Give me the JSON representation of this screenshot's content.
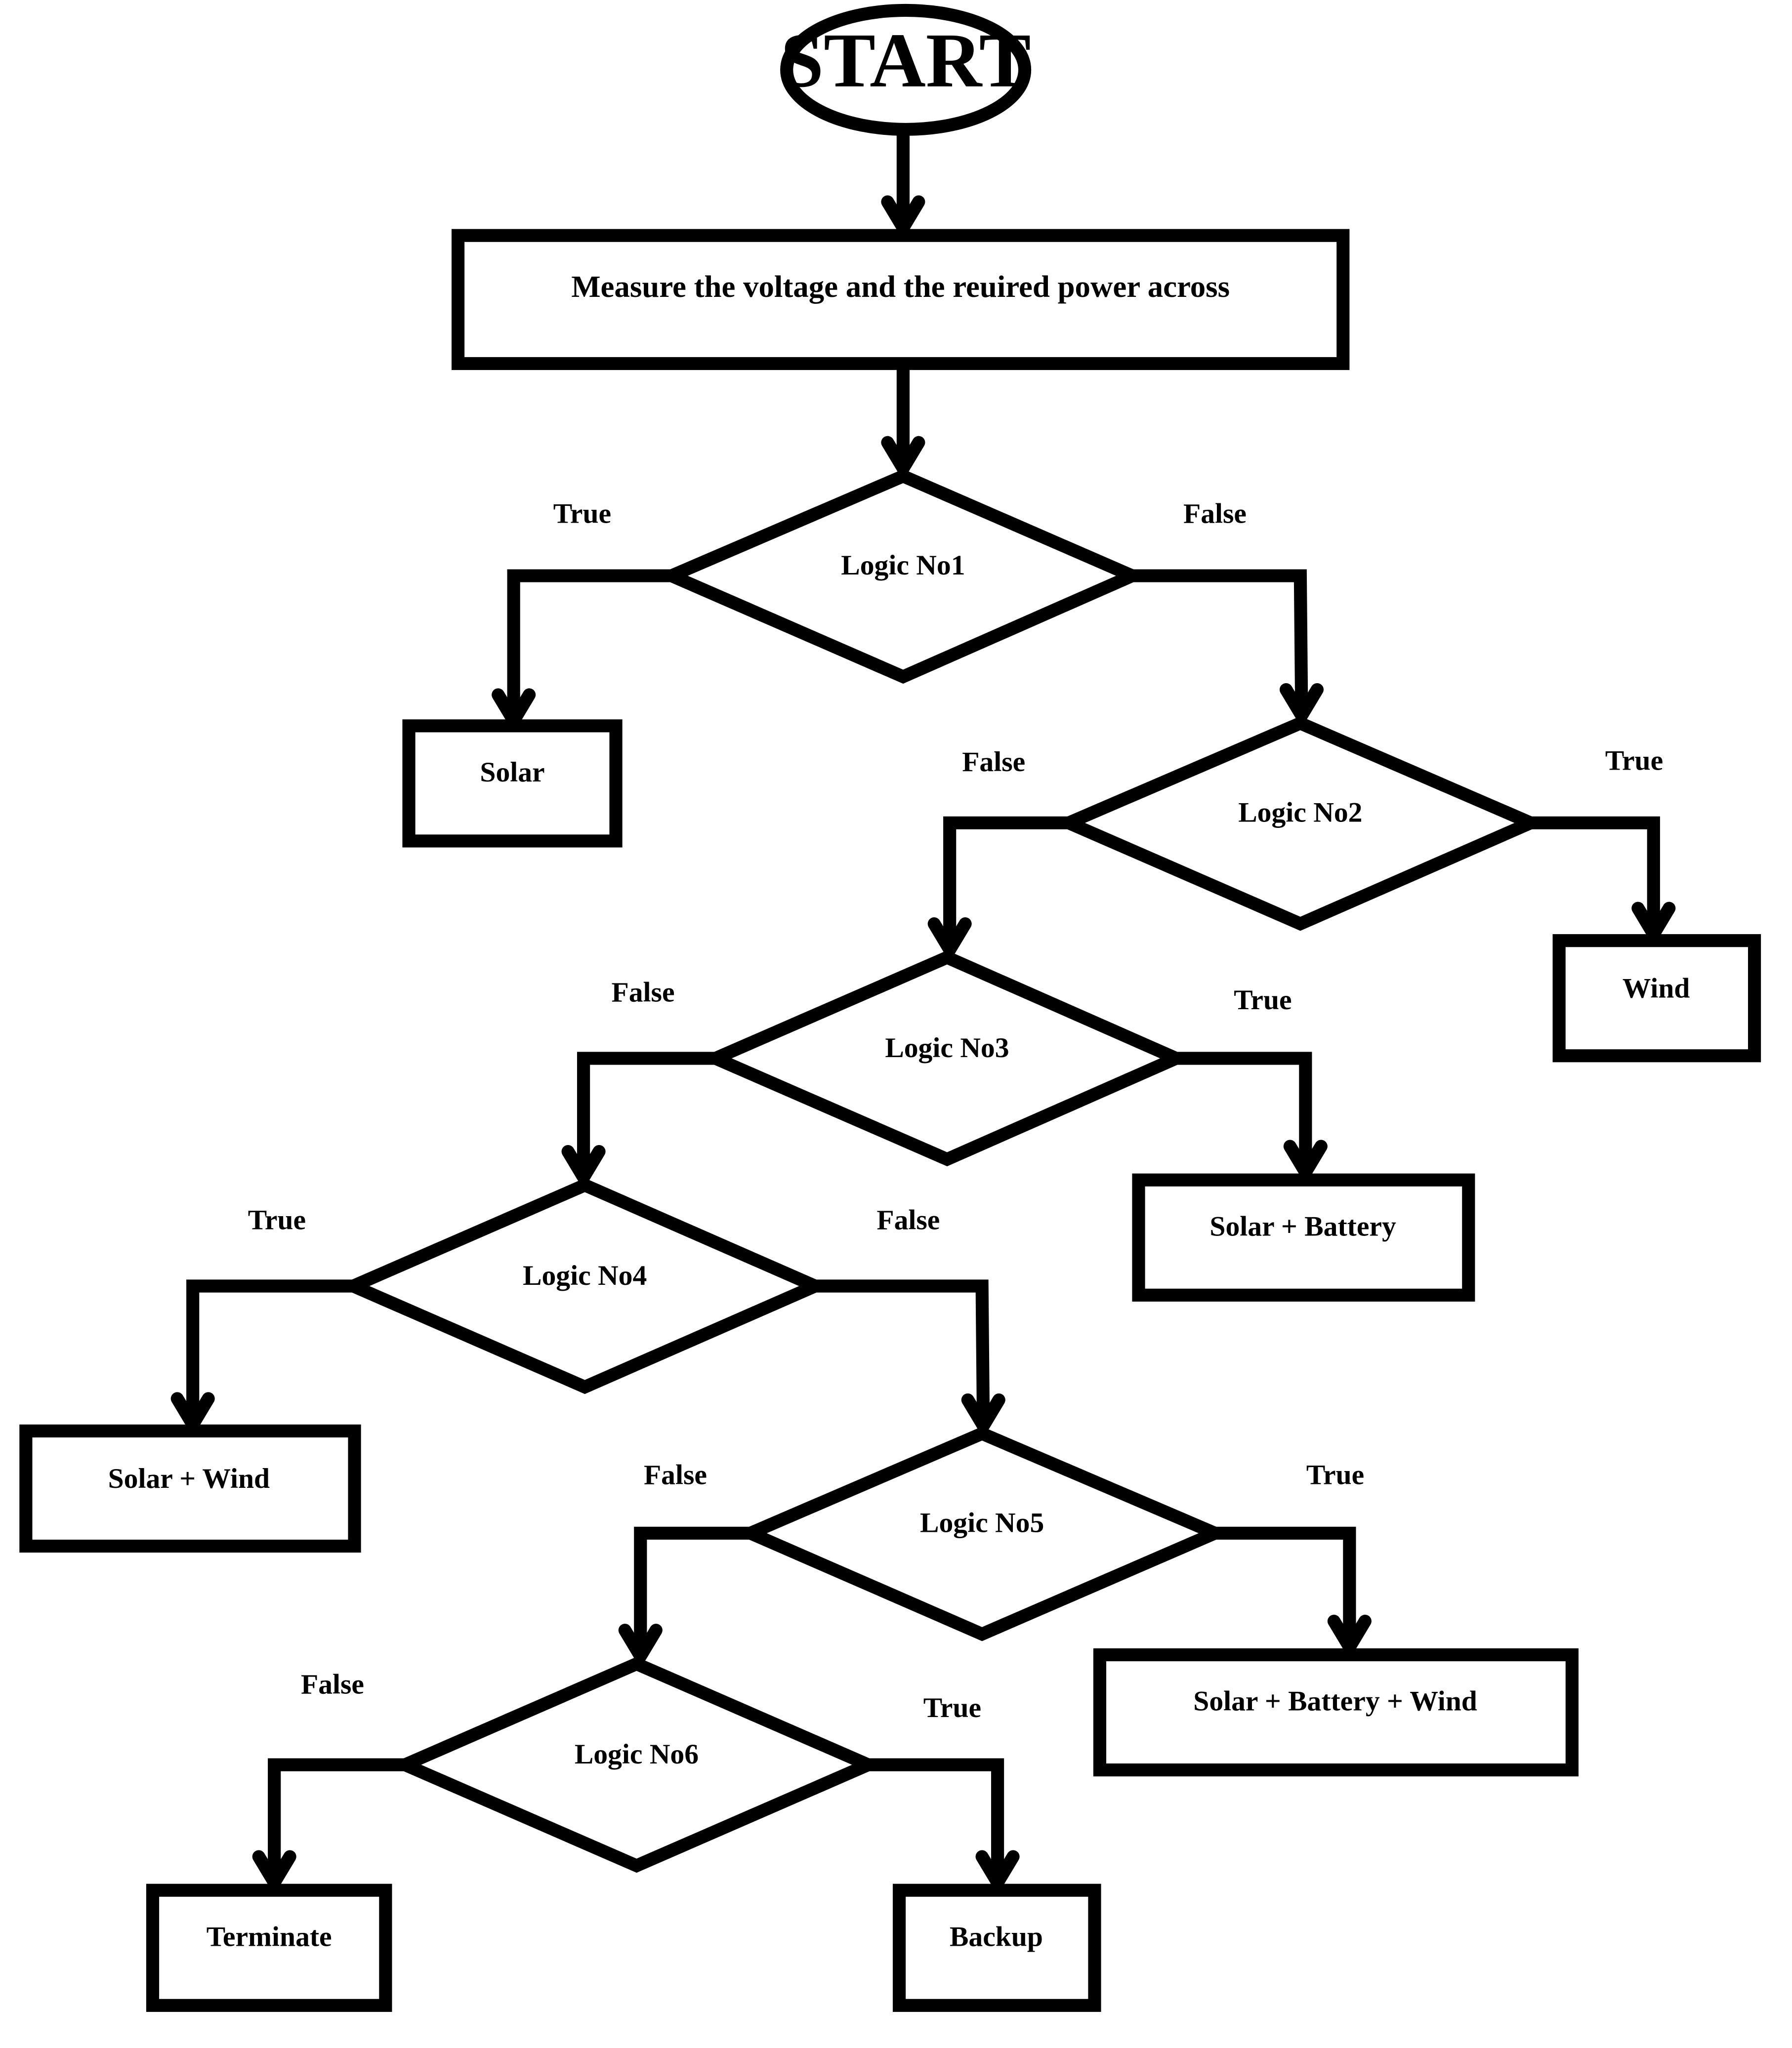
{
  "flowchart": {
    "start": "START",
    "measure": "Measure the voltage and the reuired power across",
    "decisions": {
      "logic1": "Logic No1",
      "logic2": "Logic No2",
      "logic3": "Logic No3",
      "logic4": "Logic No4",
      "logic5": "Logic No5",
      "logic6": "Logic No6"
    },
    "outcomes": {
      "solar": "Solar",
      "wind": "Wind",
      "solar_battery": "Solar + Battery",
      "solar_wind": "Solar + Wind",
      "solar_battery_wind": "Solar + Battery + Wind",
      "terminate": "Terminate",
      "backup": "Backup"
    },
    "branch_labels": {
      "logic1_true": "True",
      "logic1_false": "False",
      "logic2_false": "False",
      "logic2_true": "True",
      "logic3_false": "False",
      "logic3_true": "True",
      "logic4_true": "True",
      "logic4_false": "False",
      "logic5_false": "False",
      "logic5_true": "True",
      "logic6_false": "False",
      "logic6_true": "True"
    }
  }
}
